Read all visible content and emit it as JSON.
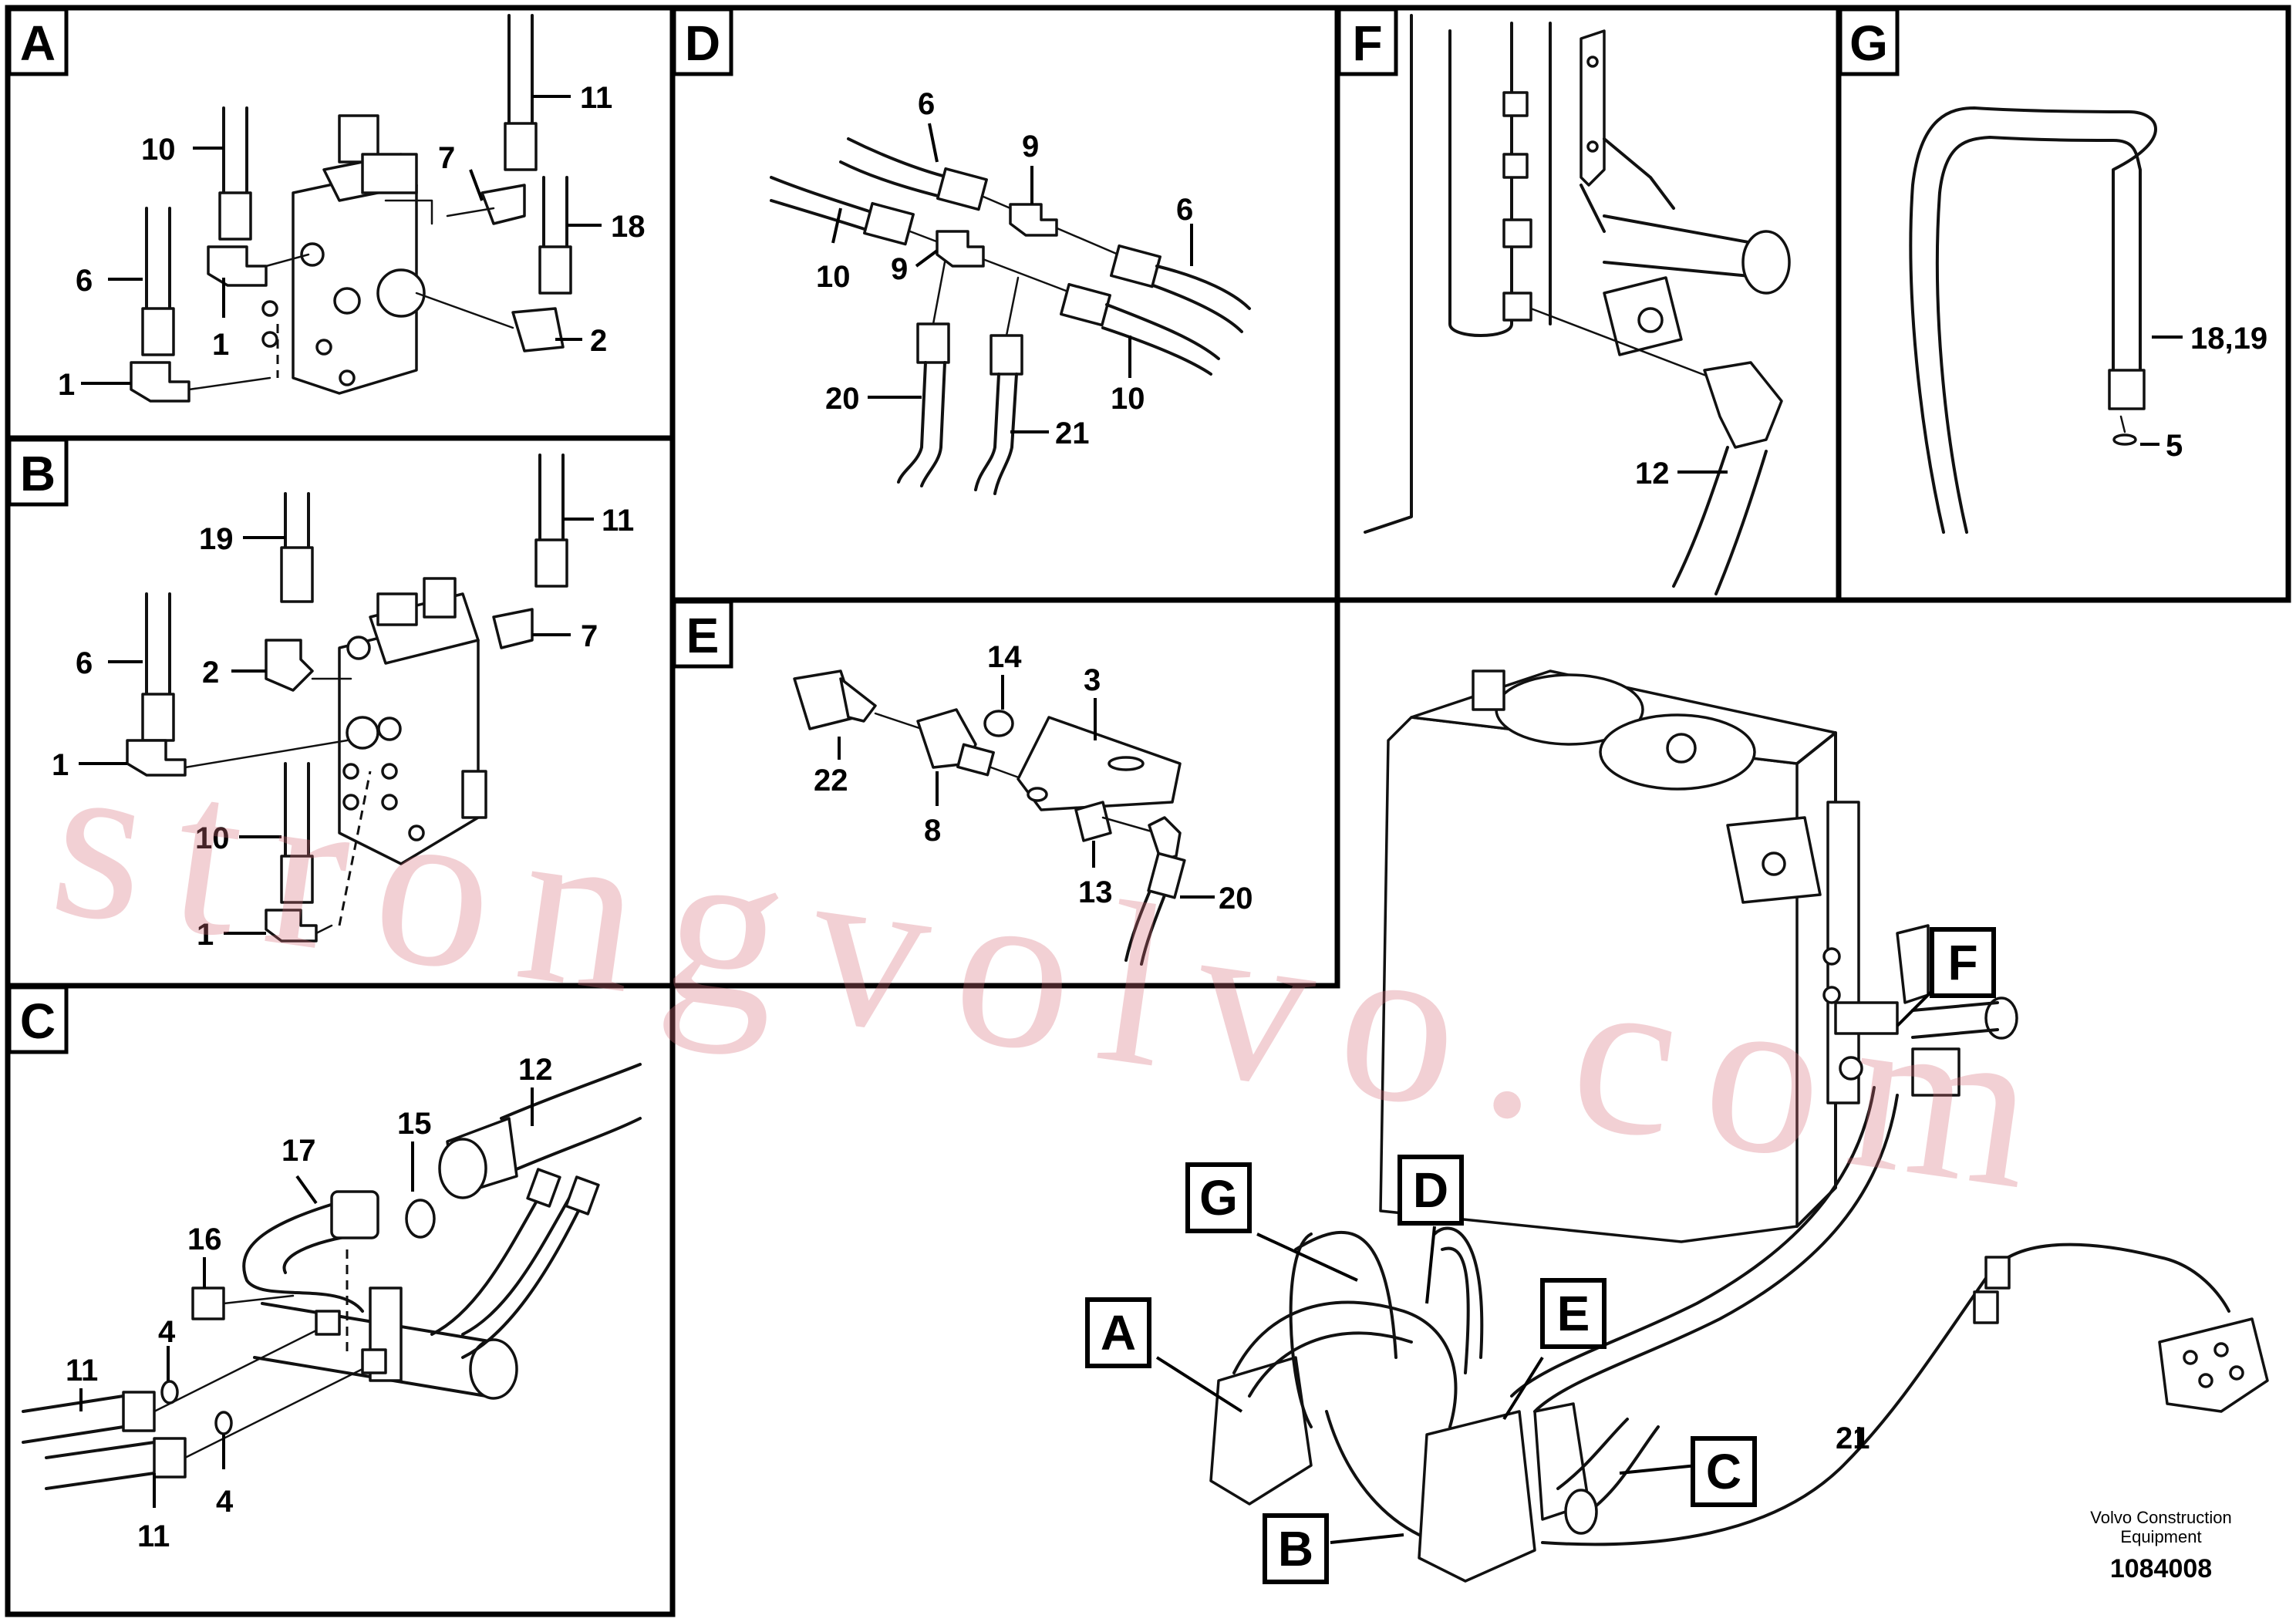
{
  "panels": {
    "A": {
      "tag": "A",
      "labels": [
        "10",
        "11",
        "7",
        "18",
        "6",
        "1",
        "2",
        "1"
      ]
    },
    "B": {
      "tag": "B",
      "labels": [
        "19",
        "11",
        "7",
        "6",
        "2",
        "1",
        "10",
        "1"
      ]
    },
    "C": {
      "tag": "C",
      "labels": [
        "12",
        "15",
        "17",
        "16",
        "4",
        "11",
        "11",
        "4"
      ]
    },
    "D": {
      "tag": "D",
      "labels": [
        "6",
        "9",
        "6",
        "10",
        "9",
        "20",
        "21",
        "10"
      ]
    },
    "E": {
      "tag": "E",
      "labels": [
        "14",
        "3",
        "22",
        "8",
        "13",
        "20"
      ]
    },
    "F": {
      "tag": "F",
      "labels": [
        "12"
      ]
    },
    "G": {
      "tag": "G",
      "labels": [
        "18,19",
        "5"
      ]
    }
  },
  "overview": {
    "callouts": [
      "G",
      "D",
      "F",
      "A",
      "E",
      "C",
      "B"
    ],
    "labels": [
      "21"
    ]
  },
  "footer": {
    "company_line1": "Volvo Construction",
    "company_line2": "Equipment",
    "drawing_number": "1084008"
  },
  "watermark": "strongvolvo.com"
}
